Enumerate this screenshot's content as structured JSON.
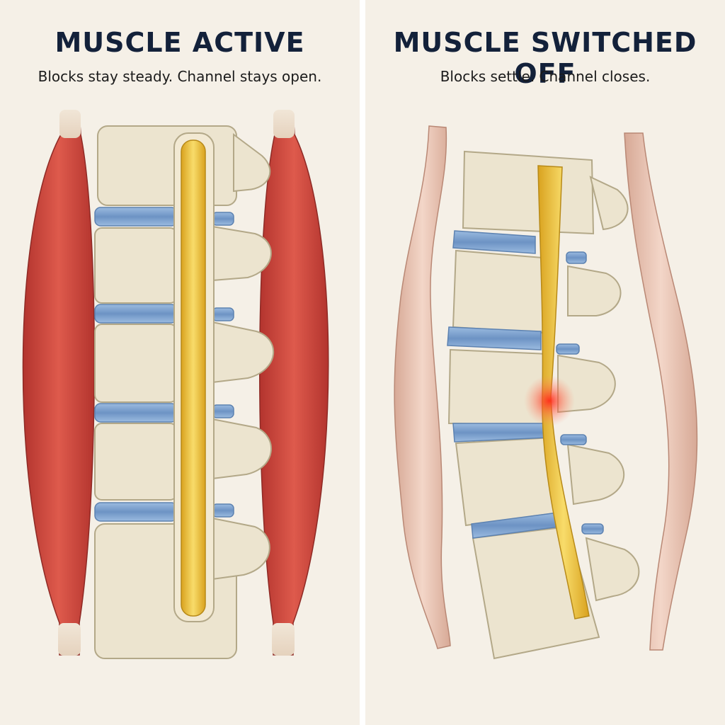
{
  "panels": {
    "active": {
      "title": "MUSCLE ACTIVE",
      "subtitle": "Blocks stay steady. Channel stays open."
    },
    "off": {
      "title": "MUSCLE SWITCHED OFF",
      "subtitle": "Blocks settle. Channel closes."
    }
  },
  "colors": {
    "background": "#f5f0e7",
    "title": "#13213a",
    "muscle_active": "#c9413a",
    "muscle_off": "#ecc7b6",
    "bone": "#ece4cf",
    "disc": "#7fa3cf",
    "channel": "#f0c53a",
    "pain": "#ff3b2b"
  }
}
